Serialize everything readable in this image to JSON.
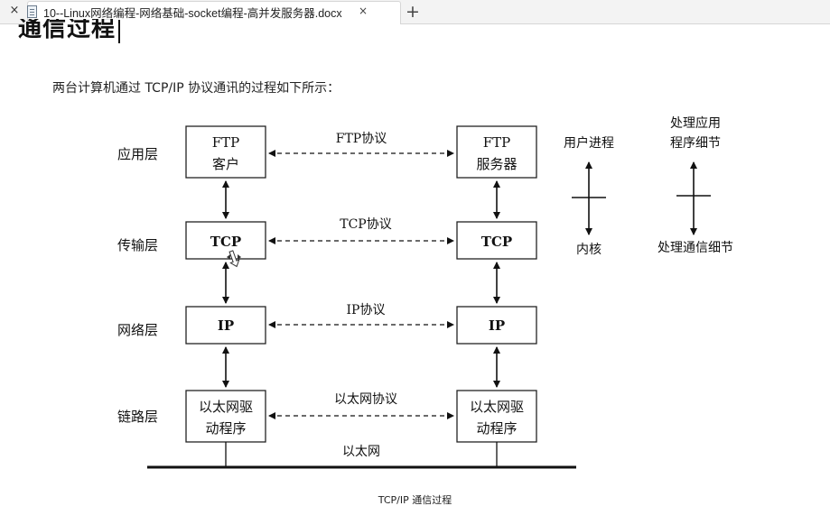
{
  "tab": {
    "close_left": "×",
    "title": "10--Linux网络编程-网络基础-socket编程-高并发服务器.docx",
    "close_right": "×",
    "new_tab": "+"
  },
  "document": {
    "heading": "通信过程",
    "paragraph": "两台计算机通过 TCP/IP 协议通讯的过程如下所示：",
    "caption": "TCP/IP 通信过程"
  },
  "figure": {
    "layers": [
      "应用层",
      "传输层",
      "网络层",
      "链路层"
    ],
    "left_boxes": [
      [
        "FTP",
        "客户"
      ],
      [
        "TCP"
      ],
      [
        "IP"
      ],
      [
        "以太网驱",
        "动程序"
      ]
    ],
    "right_boxes": [
      [
        "FTP",
        "服务器"
      ],
      [
        "TCP"
      ],
      [
        "IP"
      ],
      [
        "以太网驱",
        "动程序"
      ]
    ],
    "protocols": [
      "FTP协议",
      "TCP协议",
      "IP协议",
      "以太网协议"
    ],
    "network_label": "以太网",
    "legend": {
      "user_process": "用户进程",
      "kernel": "内核",
      "app_detail_line1": "处理应用",
      "app_detail_line2": "程序细节",
      "comm_detail": "处理通信细节"
    }
  }
}
